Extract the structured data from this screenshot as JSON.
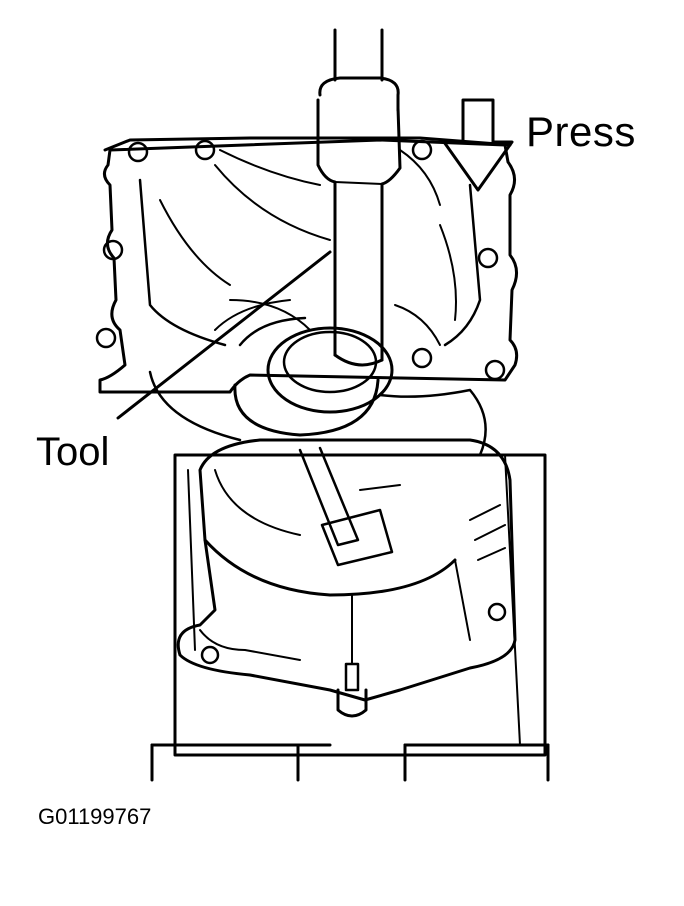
{
  "labels": {
    "press": "Press",
    "tool": "Tool",
    "figure_code": "G01199767"
  },
  "colors": {
    "ink": "#000000",
    "paper": "#ffffff"
  }
}
